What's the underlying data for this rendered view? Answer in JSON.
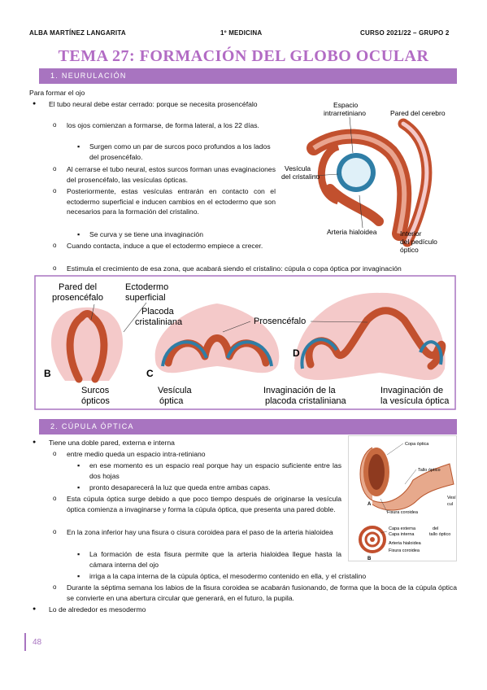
{
  "header": {
    "author": "ALBA MARTÍNEZ LANGARITA",
    "course": "1º MEDICINA",
    "group": "CURSO 2021/22 – GRUPO 2"
  },
  "title": "TEMA 27: FORMACIÓN DEL GLOBO OCULAR",
  "section1": {
    "heading": "1.   NEURULACIÓN",
    "intro": "Para formar el ojo",
    "b1": "El tubo neural debe estar cerrado: porque se necesita prosencéfalo",
    "b1a": "los ojos comienzan a formarse, de forma lateral, a los 22 días.",
    "b1a1": "Surgen como un par de surcos poco profundos a los lados del prosencéfalo.",
    "b1b": "Al cerrarse el tubo neural, estos surcos forman unas evaginaciones del prosencéfalo, las vesículas ópticas.",
    "b1c": "Posteriormente, estas vesículas entrarán en contacto con el ectodermo superficial e inducen cambios en el ectodermo que son necesarios para la formación del cristalino.",
    "b1c1": "Se curva y se tiene una invaginación",
    "b1d": "Cuando contacta, induce a que el ectodermo empiece a crecer.",
    "b1e": "Estimula el crecimiento de esa zona, que acabará siendo el cristalino: cúpula o copa óptica por invaginación"
  },
  "fig1": {
    "espacio": "Espacio",
    "intrarretiniano": "intrarretiniano",
    "pared": "Pared del cerebro",
    "vesicula1": "Vesícula",
    "vesicula2": "del cristalino",
    "arteria": "Arteria hialoidea",
    "interior1": "Interior",
    "interior2": "del pedículo",
    "interior3": "óptico"
  },
  "fig2": {
    "pared1": "Pared del",
    "pared2": "prosencéfalo",
    "ecto1": "Ectodermo",
    "ecto2": "superficial",
    "placoda1": "Placoda",
    "placoda2": "cristaliniana",
    "prosencefalo": "Prosencéfalo",
    "b": "B",
    "c": "C",
    "d": "D",
    "surcos1": "Surcos",
    "surcos2": "ópticos",
    "vesicula1": "Vesícula",
    "vesicula2": "óptica",
    "invplac1": "Invaginación de la",
    "invplac2": "placoda cristaliniana",
    "invves1": "Invaginación de",
    "invves2": "la vesícula óptica"
  },
  "section2": {
    "heading": "2.   CÚPULA ÓPTICA",
    "b1": "Tiene una doble pared, externa e interna",
    "b1a": "entre medio queda un espacio intra-retiniano",
    "b1a1": "en ese momento es un espacio real porque hay un espacio suficiente entre las dos hojas",
    "b1a2": "pronto desaparecerá la luz que queda entre ambas capas.",
    "b1b": "Esta cúpula óptica surge debido a que poco tiempo después de originarse la vesícula óptica comienza a invaginarse y forma la cúpula óptica, que presenta una pared doble.",
    "b1c": "En la zona inferior hay una fisura o cisura coroidea para el paso de la arteria hialoidea",
    "b1c1": "La formación de esta fisura permite que la arteria hialoidea llegue hasta la cámara interna del ojo",
    "b1c2": "irriga a la capa interna de la cúpula óptica, el mesodermo contenido en ella, y el cristalino",
    "b1d": "Durante la séptima semana los labios de la fisura coroidea se acabarán fusionando, de forma que la boca de la cúpula óptica se convierte en una abertura circular que generará, en el futuro, la pupila.",
    "b2": "Lo de alrededor es mesodermo"
  },
  "fig3": {
    "copa": "Copa óptica",
    "tallo": "Tallo óptico",
    "ves1": "Vesí",
    "ves2": "cul",
    "a": "A",
    "fisura1": "Fisura coroidea",
    "capaext": "Capa externa",
    "capaint": "Capa interna",
    "del1": "del",
    "del2": "tallo óptico",
    "arteria": "Arteria hialoidea",
    "fisura2": "Fisura coroidea",
    "b": "B"
  },
  "page_number": "48",
  "colors": {
    "accent": "#a874c0",
    "title": "#b26bc4",
    "tissue_red": "#c2502e",
    "tissue_pink": "#f4c9c9",
    "tissue_blue": "#2f7ea6"
  }
}
